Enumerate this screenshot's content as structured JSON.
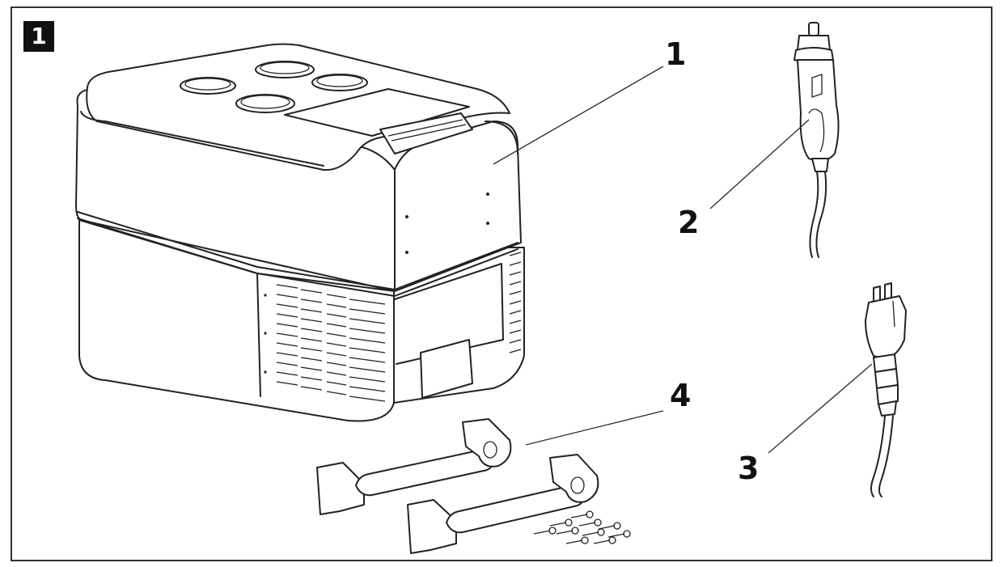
{
  "figure": {
    "number": "1"
  },
  "callouts": [
    {
      "id": "1"
    },
    {
      "id": "2"
    },
    {
      "id": "3"
    },
    {
      "id": "4"
    }
  ]
}
